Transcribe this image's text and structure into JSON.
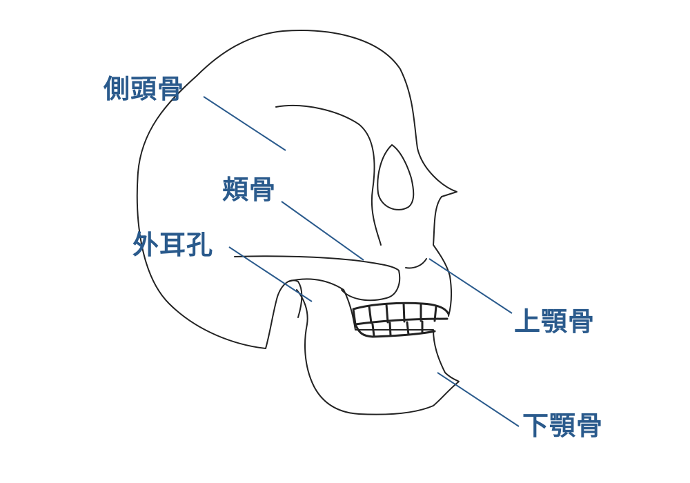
{
  "labels": {
    "temporal": "側頭骨",
    "zygomatic": "頬骨",
    "ear_canal": "外耳孔",
    "maxilla": "上顎骨",
    "mandible": "下顎骨"
  },
  "colors": {
    "label": "#2a5a8c",
    "outline": "#222222",
    "background": "#ffffff"
  }
}
